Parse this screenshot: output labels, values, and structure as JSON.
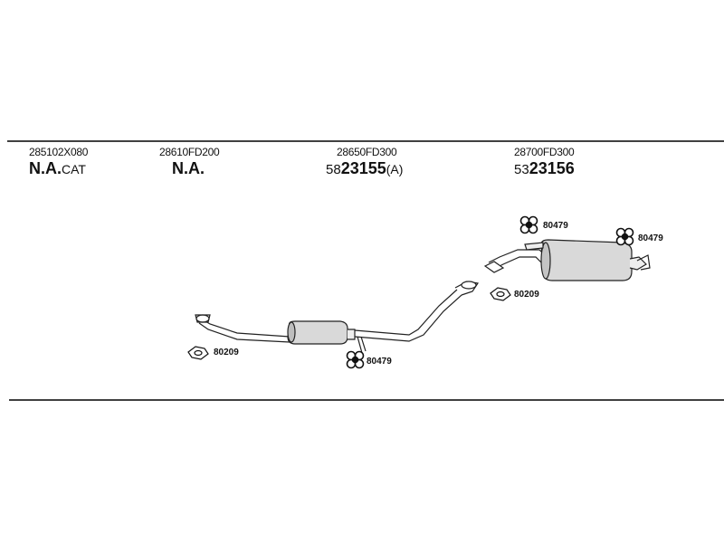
{
  "parts": [
    {
      "number": "285102X080",
      "desc_main": "N.A.",
      "desc_suffix": "CAT"
    },
    {
      "number": "28610FD200",
      "desc_main": "N.A.",
      "desc_suffix": ""
    },
    {
      "number": "28650FD300",
      "desc_prefix": "58",
      "desc_main": "23155",
      "desc_suffix": "(A)"
    },
    {
      "number": "28700FD300",
      "desc_prefix": "53",
      "desc_main": "23156",
      "desc_suffix": ""
    }
  ],
  "fittings": {
    "gasket_left": "80209",
    "hanger_mid": "80479",
    "gasket_right": "80209",
    "hanger_top_left": "80479",
    "hanger_top_right": "80479"
  }
}
